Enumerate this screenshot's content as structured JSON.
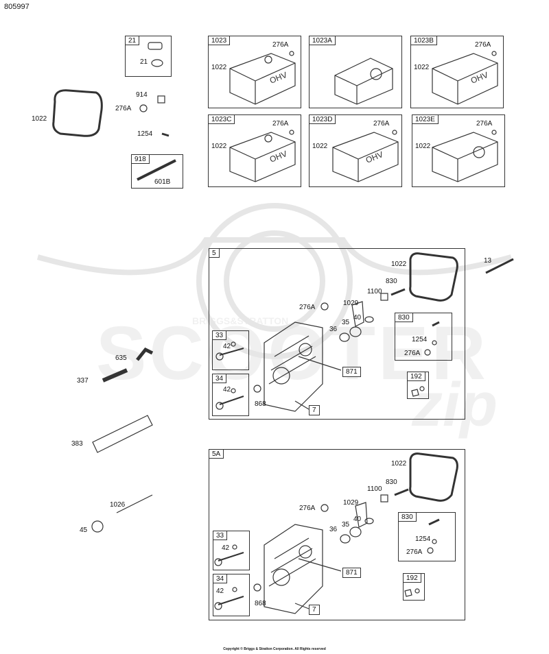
{
  "header": {
    "part_number": "805997"
  },
  "footer": {
    "copyright": "Copyright © Briggs & Stratton Corporation. All Rights reserved"
  },
  "watermark": {
    "brand": "SCOOTER",
    "tagline": "BRIGGS&STRATTON",
    "script": "zip",
    "color": "#e6e6e6"
  },
  "colors": {
    "line": "#333333",
    "text": "#111111",
    "background": "#ffffff"
  },
  "parts": {
    "p21": "21",
    "p21b": "21",
    "p1022": "1022",
    "p914": "914",
    "p276A": "276A",
    "p1254": "1254",
    "p918": "918",
    "p601B": "601B",
    "p637": "635",
    "p337": "337",
    "p383": "383",
    "p1026": "1026",
    "p45": "45"
  },
  "covers": [
    {
      "title": "1023",
      "a": "276A",
      "b": "1022",
      "label": "OHV"
    },
    {
      "title": "1023A",
      "a": "",
      "b": "",
      "label": ""
    },
    {
      "title": "1023B",
      "a": "276A",
      "b": "1022",
      "label": "OHV"
    },
    {
      "title": "1023C",
      "a": "276A",
      "b": "1022",
      "label": "OHV"
    },
    {
      "title": "1023D",
      "a": "276A",
      "b": "1022",
      "label": "OHV"
    },
    {
      "title": "1023E",
      "a": "276A",
      "b": "1022",
      "label": ""
    }
  ],
  "head_assemblies": [
    {
      "title": "5",
      "labels": {
        "gasket": "1022",
        "bolt": "13",
        "screw830": "830",
        "pivot": "1100",
        "rocker": "1029",
        "washer": "276A",
        "spring40": "40",
        "spring35": "35",
        "cap36": "36",
        "callout871": "871",
        "callout7": "7",
        "plug": "868"
      },
      "sub830": {
        "title": "830",
        "p1254": "1254",
        "p276A": "276A"
      },
      "sub33": {
        "title": "33",
        "p42": "42"
      },
      "sub34": {
        "title": "34",
        "p42": "42"
      },
      "sub192": {
        "title": "192"
      }
    },
    {
      "title": "5A",
      "labels": {
        "gasket": "1022",
        "bolt": "",
        "screw830": "830",
        "pivot": "1100",
        "rocker": "1029",
        "washer": "276A",
        "spring40": "40",
        "spring35": "35",
        "cap36": "36",
        "callout871": "871",
        "callout7": "7",
        "plug": "868"
      },
      "sub830": {
        "title": "830",
        "p1254": "1254",
        "p276A": "276A"
      },
      "sub33": {
        "title": "33",
        "p42": "42"
      },
      "sub34": {
        "title": "34",
        "p42": "42"
      },
      "sub192": {
        "title": "192"
      }
    }
  ]
}
